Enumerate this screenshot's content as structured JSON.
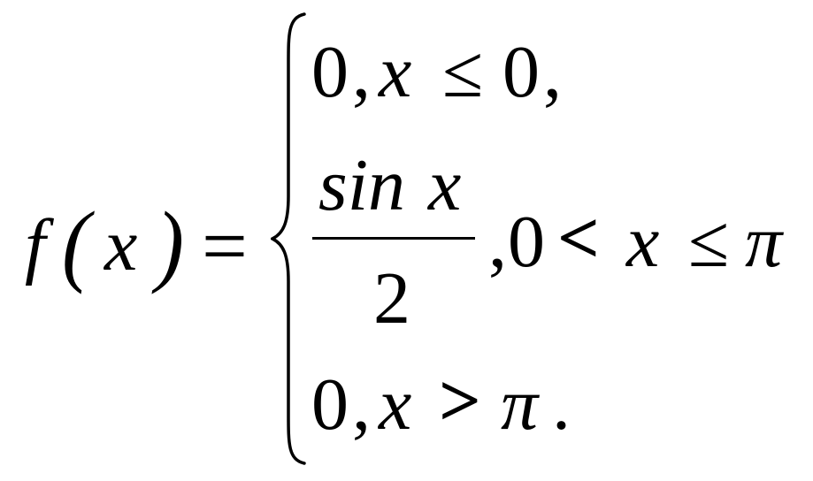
{
  "formula": {
    "lhs": {
      "func": "f",
      "open_paren": "(",
      "var": "x",
      "close_paren": ")",
      "equals": "="
    },
    "cases": [
      {
        "value": "0",
        "comma": ",",
        "var": "x",
        "relation": "≤",
        "bound": "0",
        "end": ","
      },
      {
        "numerator_fn": "sin",
        "numerator_var": "x",
        "denominator": "2",
        "comma": ",",
        "lower": "0",
        "rel1": "<",
        "var": "x",
        "rel2": "≤",
        "upper": "π"
      },
      {
        "value": "0",
        "comma": ",",
        "var": "x",
        "relation": ">",
        "bound": "π",
        "end": "."
      }
    ]
  }
}
